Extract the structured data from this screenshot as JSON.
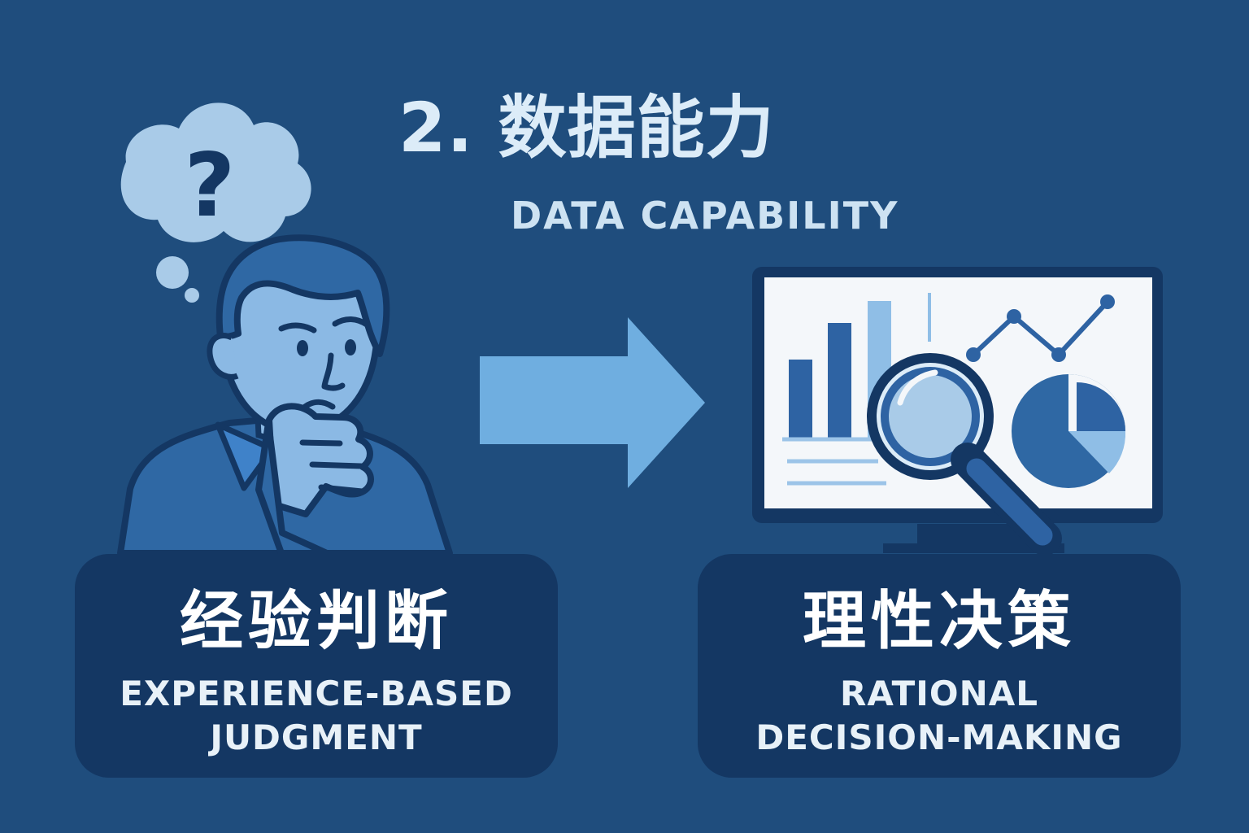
{
  "title": "2. 数据能力",
  "subtitle": "DATA CAPABILITY",
  "left": {
    "title": "经验判断",
    "subtitle_line1": "EXPERIENCE-BASED",
    "subtitle_line2": "JUDGMENT"
  },
  "right": {
    "title": "理性决策",
    "subtitle_line1": "RATIONAL",
    "subtitle_line2": "DECISION-MAKING"
  },
  "thought_symbol": "?",
  "icons": {
    "thinking_person": "thinking-person-icon",
    "arrow": "right-arrow-icon",
    "analytics_screen": "analytics-monitor-icon",
    "magnifier": "magnifying-glass-icon"
  },
  "colors": {
    "background": "#1f4d7d",
    "panel": "#143763",
    "light_text": "#dcecf8",
    "accent_light": "#6faee0",
    "dark_outline": "#133861"
  }
}
